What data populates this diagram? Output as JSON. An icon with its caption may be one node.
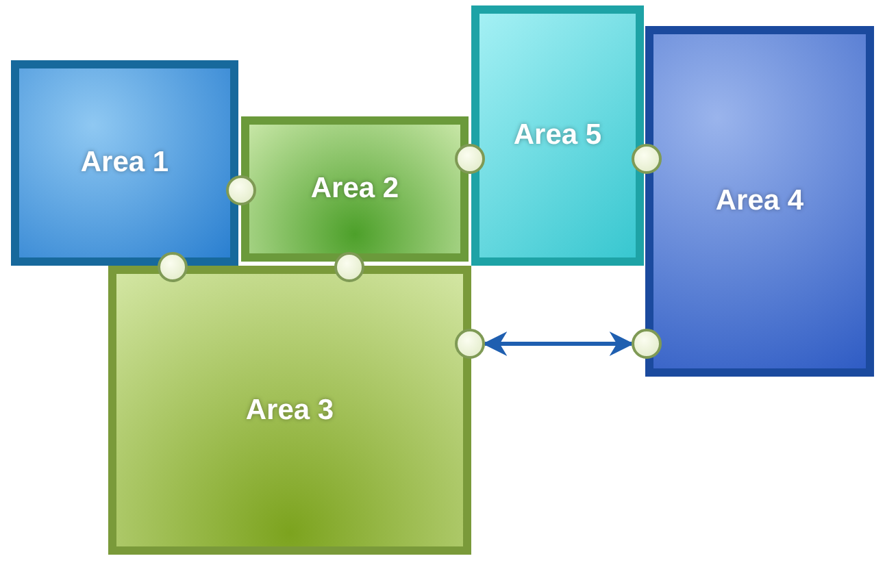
{
  "diagram": {
    "nodes": [
      {
        "text": [
          "Area 1"
        ]
      },
      {
        "text": [
          "Area 2"
        ]
      },
      {
        "text": [
          "Area 5"
        ]
      },
      {
        "text": [
          "Area 4"
        ]
      },
      {
        "text": [
          "Area 3"
        ]
      },
      {
        "text": [],
        "shape": "circle"
      },
      {
        "text": [],
        "shape": "circle"
      },
      {
        "text": [],
        "shape": "circle"
      },
      {
        "text": [],
        "shape": "circle"
      },
      {
        "text": [],
        "shape": "circle"
      },
      {
        "text": [],
        "shape": "circle"
      },
      {
        "text": [],
        "shape": "circle"
      }
    ],
    "edges": [
      {
        "from": 10,
        "to": 11,
        "arrow": "both"
      }
    ]
  }
}
